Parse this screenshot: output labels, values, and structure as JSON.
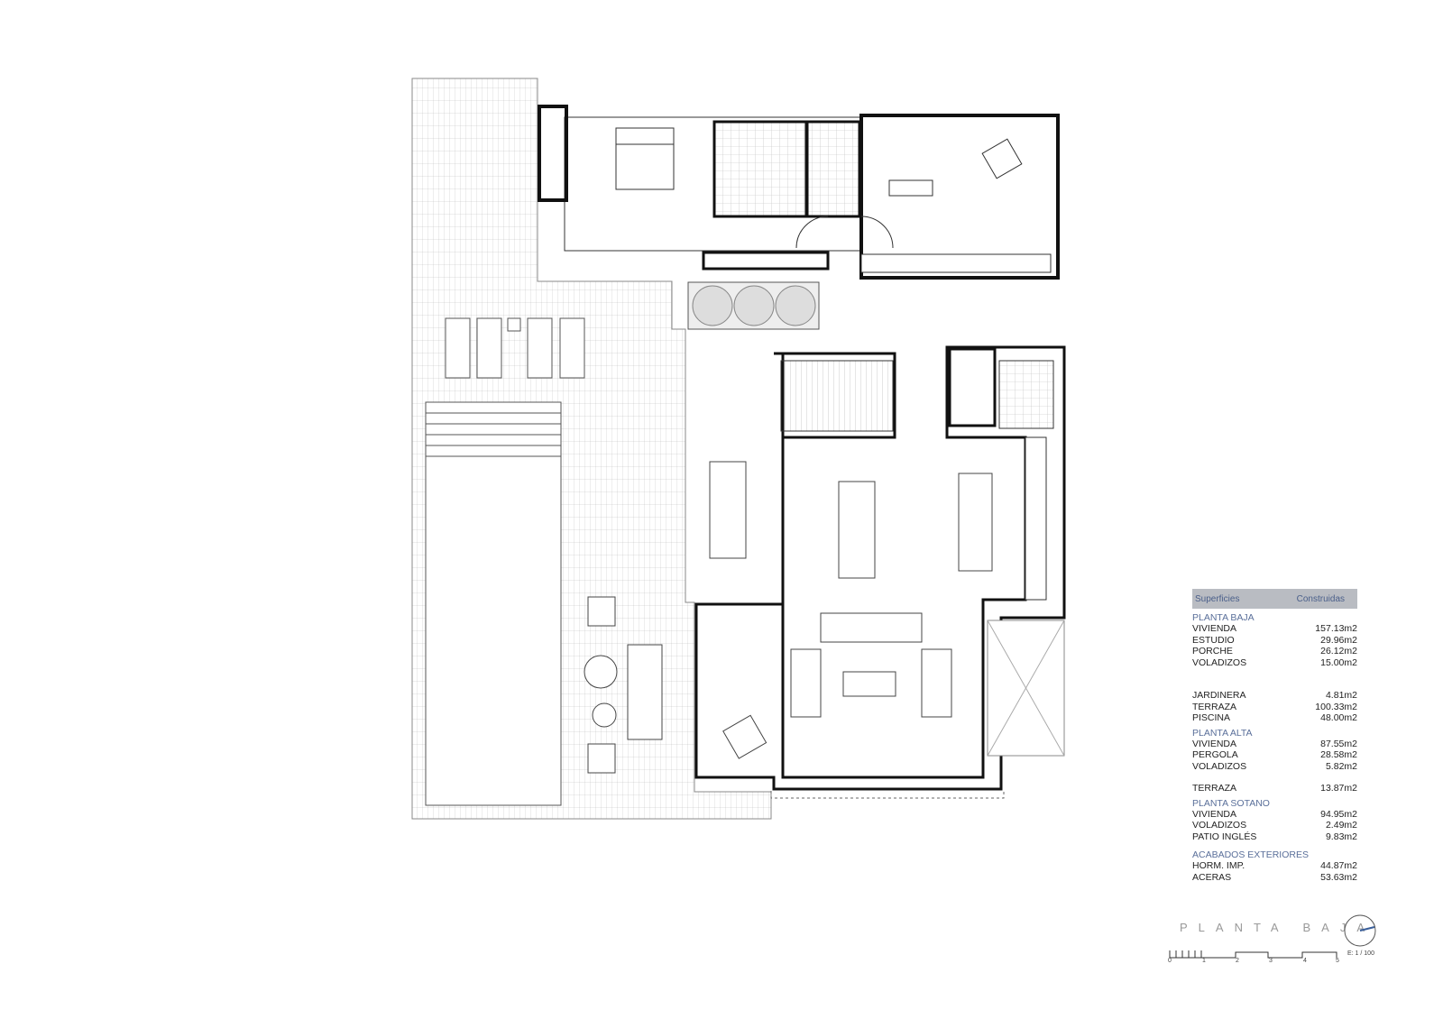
{
  "table": {
    "header": {
      "left": "Superficies",
      "right": "Construidas"
    },
    "sections": [
      {
        "title": "PLANTA BAJA",
        "rows": [
          {
            "label": "VIVIENDA",
            "value": "157.13m2"
          },
          {
            "label": "ESTUDIO",
            "value": "29.96m2"
          },
          {
            "label": "PORCHE",
            "value": "26.12m2"
          },
          {
            "label": "VOLADIZOS",
            "value": "15.00m2"
          },
          {
            "label": "JARDINERA",
            "value": "4.81m2"
          },
          {
            "label": "TERRAZA",
            "value": "100.33m2"
          },
          {
            "label": "PISCINA",
            "value": "48.00m2"
          }
        ]
      },
      {
        "title": "PLANTA ALTA",
        "rows": [
          {
            "label": "VIVIENDA",
            "value": "87.55m2"
          },
          {
            "label": "PERGOLA",
            "value": "28.58m2"
          },
          {
            "label": "VOLADIZOS",
            "value": "5.82m2"
          },
          {
            "label": "TERRAZA",
            "value": "13.87m2"
          }
        ]
      },
      {
        "title": "PLANTA SOTANO",
        "rows": [
          {
            "label": "VIVIENDA",
            "value": "94.95m2"
          },
          {
            "label": "VOLADIZOS",
            "value": "2.49m2"
          },
          {
            "label": "PATIO INGLÉS",
            "value": "9.83m2"
          }
        ]
      },
      {
        "title": "ACABADOS EXTERIORES",
        "rows": [
          {
            "label": "HORM. IMP.",
            "value": "44.87m2"
          },
          {
            "label": "ACERAS",
            "value": "53.63m2"
          }
        ]
      }
    ]
  },
  "title_block": {
    "title": "PLANTA BAJA",
    "scale_ratio": "E: 1 / 100",
    "scale_ticks": [
      "0",
      "1",
      "2",
      "3",
      "4",
      "5"
    ],
    "north_icon": "north-arrow-icon"
  },
  "colors": {
    "wall": "#111111",
    "line": "#777777",
    "section_title": "#5a6f9a",
    "header_bg": "#b9bcc2"
  }
}
